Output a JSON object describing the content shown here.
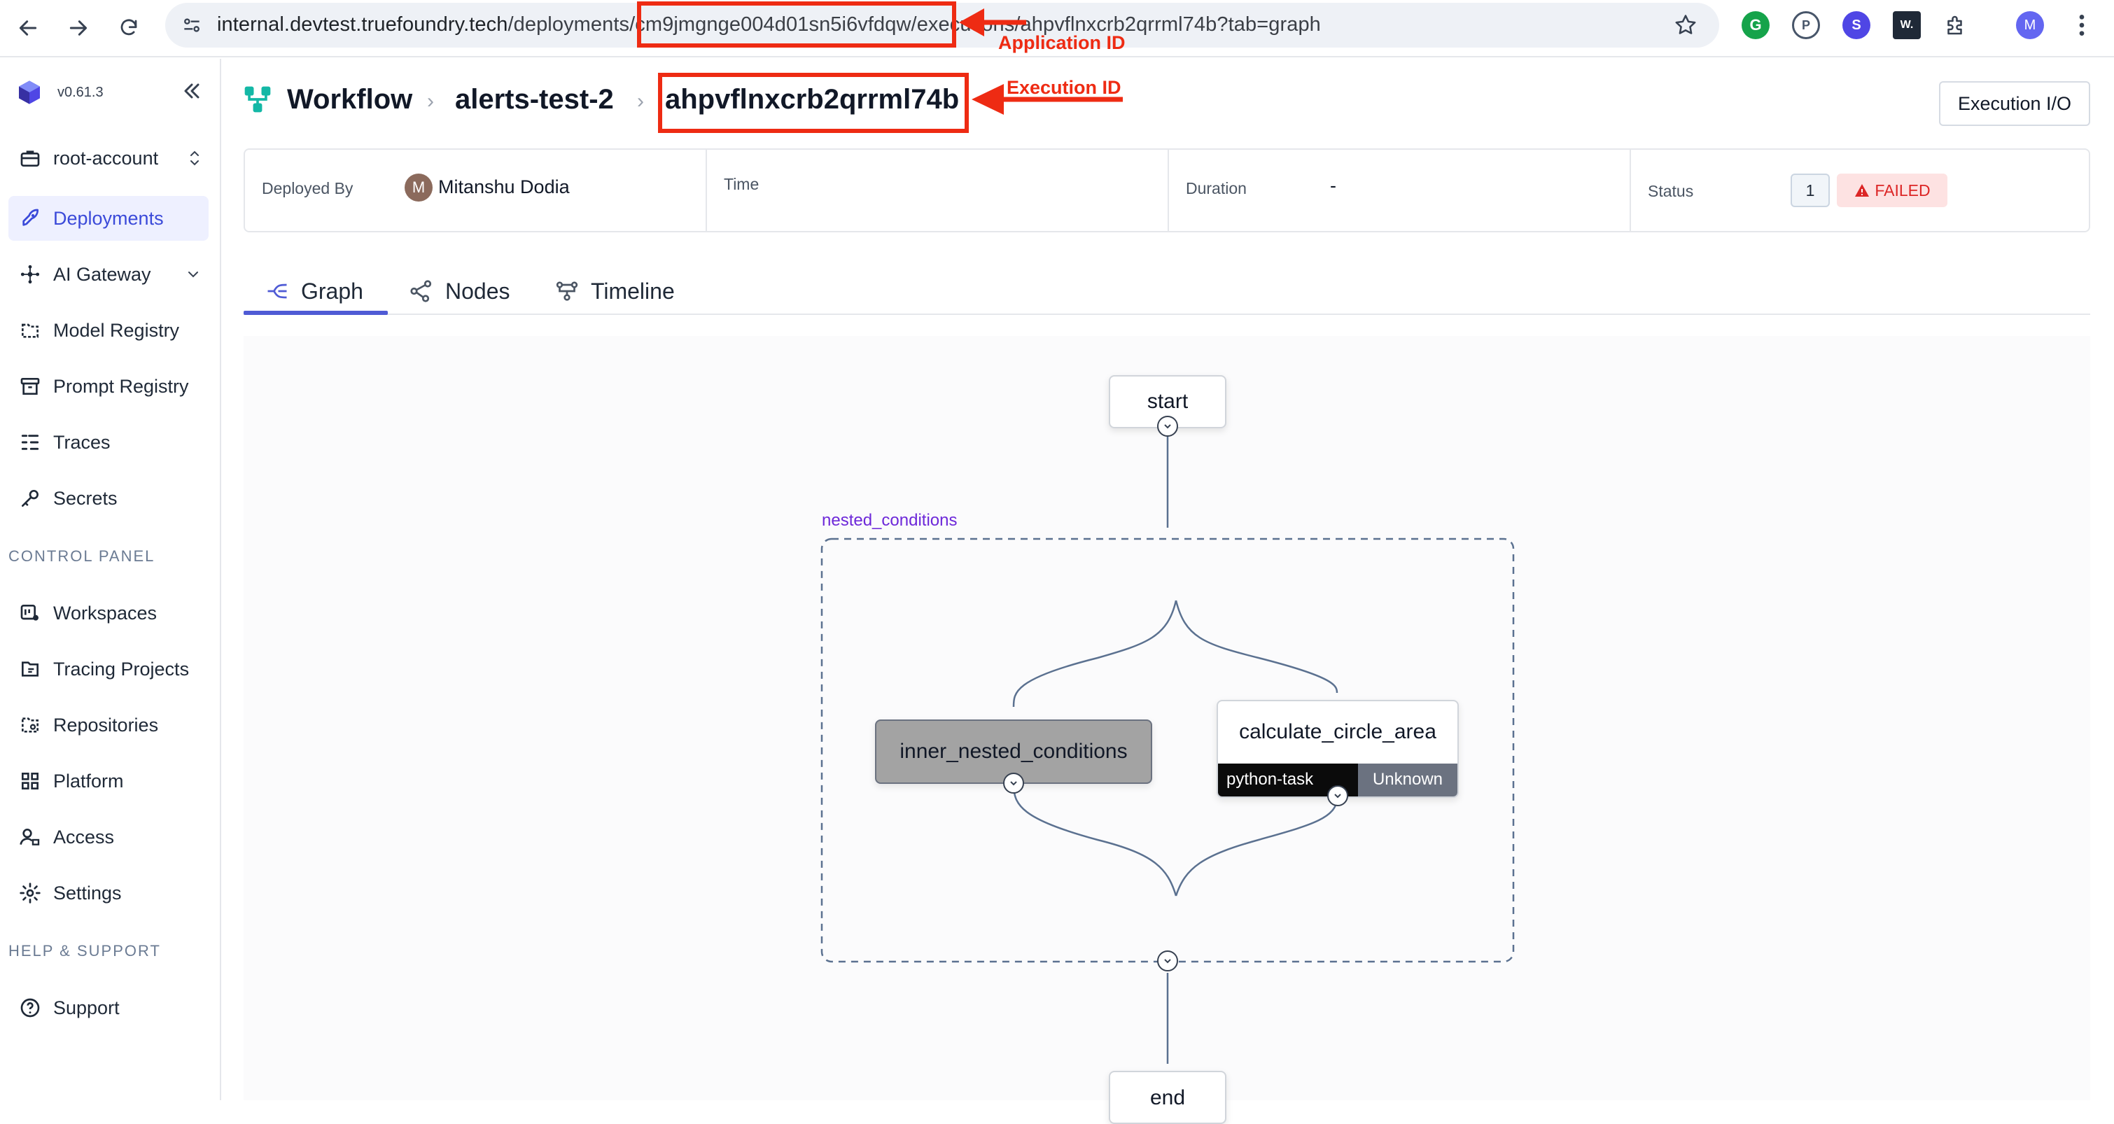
{
  "browser": {
    "url_host": "internal.devtest.truefoundry.tech",
    "url_path": "/deployments/cm9jmgnge004d01sn5i6vfdqw/executions/ahpvflnxcrb2qrrml74b?tab=graph",
    "profile_initial": "M",
    "ext_s_label": "S",
    "ext_w_label": "W."
  },
  "sidebar": {
    "version": "v0.61.3",
    "account": "root-account",
    "items": [
      {
        "label": "Deployments"
      },
      {
        "label": "AI Gateway"
      },
      {
        "label": "Model Registry"
      },
      {
        "label": "Prompt Registry"
      },
      {
        "label": "Traces"
      },
      {
        "label": "Secrets"
      }
    ],
    "control_panel_title": "CONTROL PANEL",
    "control_items": [
      {
        "label": "Workspaces"
      },
      {
        "label": "Tracing Projects"
      },
      {
        "label": "Repositories"
      },
      {
        "label": "Platform"
      },
      {
        "label": "Access"
      },
      {
        "label": "Settings"
      }
    ],
    "help_title": "HELP & SUPPORT",
    "support_label": "Support"
  },
  "header": {
    "crumb_workflow": "Workflow",
    "crumb_app": "alerts-test-2",
    "crumb_execution": "ahpvflnxcrb2qrrml74b",
    "execution_io_label": "Execution I/O"
  },
  "info": {
    "deployed_by_label": "Deployed By",
    "deployed_by_initial": "M",
    "deployed_by_name": "Mitanshu Dodia",
    "time_label": "Time",
    "duration_label": "Duration",
    "duration_value": "-",
    "status_label": "Status",
    "status_count": "1",
    "status_value": "FAILED"
  },
  "tabs": [
    {
      "label": "Graph"
    },
    {
      "label": "Nodes"
    },
    {
      "label": "Timeline"
    }
  ],
  "graph": {
    "start_label": "start",
    "group_label": "nested_conditions",
    "inner_node_label": "inner_nested_conditions",
    "task_node_label": "calculate_circle_area",
    "task_type": "python-task",
    "task_status": "Unknown",
    "end_label": "end"
  },
  "annotations": {
    "application_id_label": "Application ID",
    "execution_id_label": "Execution ID",
    "color": "#ee2b13"
  },
  "colors": {
    "accent": "#4f5bd5",
    "failed_bg": "#fde2e2",
    "failed_text": "#dc2626",
    "group_label": "#6d28d9"
  }
}
